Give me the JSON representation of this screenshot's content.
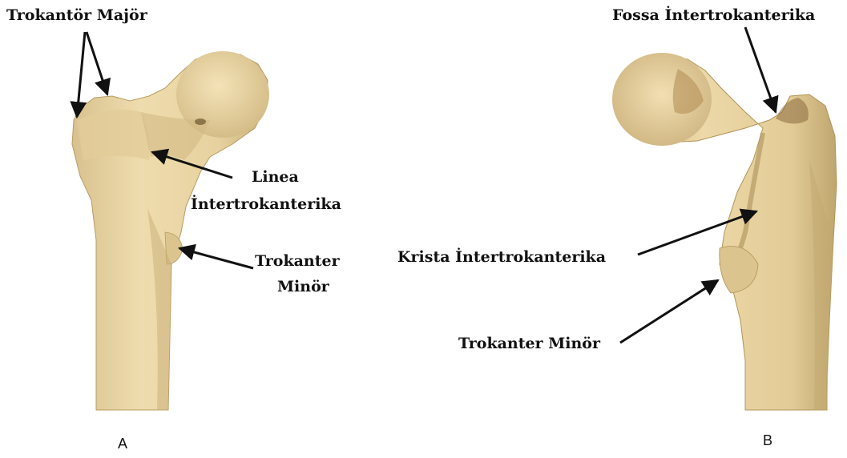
{
  "labels": {
    "trokantor_major": "Trokantör Majör",
    "linea_line1": "Linea",
    "linea_line2": "İntertrokanterika",
    "trokanter_minor_a_line1": "Trokanter",
    "trokanter_minor_a_line2": "Minör",
    "fossa": "Fossa İntertrokanterika",
    "krista": "Krista İntertrokanterika",
    "trokanter_minor_b": "Trokanter Minör"
  },
  "panels": {
    "a": "A",
    "b": "B"
  },
  "colors": {
    "bone": "#e9d6a6",
    "bone_shade": "#c9b27c",
    "bone_dark": "#a38a55",
    "arrow": "#111111",
    "background": "#ffffff"
  }
}
